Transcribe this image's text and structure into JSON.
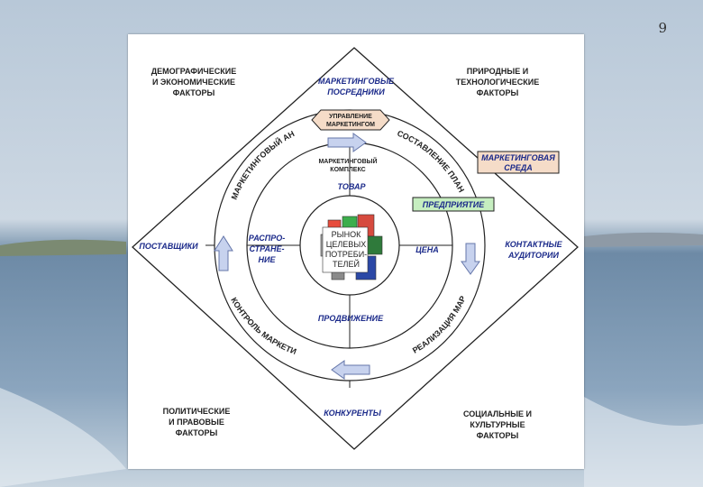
{
  "slide_number": "9",
  "corners": {
    "top_left": [
      "ДЕМОГРАФИЧЕСКИЕ",
      "И ЭКОНОМИЧЕСКИЕ",
      "ФАКТОРЫ"
    ],
    "top_right": [
      "ПРИРОДНЫЕ И",
      "ТЕХНОЛОГИЧЕСКИЕ",
      "ФАКТОРЫ"
    ],
    "bottom_left": [
      "ПОЛИТИЧЕСКИЕ",
      "И ПРАВОВЫЕ",
      "ФАКТОРЫ"
    ],
    "bottom_right": [
      "СОЦИАЛЬНЫЕ И",
      "КУЛЬТУРНЫЕ",
      "ФАКТОРЫ"
    ]
  },
  "outer": {
    "intermediaries": [
      "МАРКЕТИНГОВЫЕ",
      "ПОСРЕДНИКИ"
    ],
    "environment": [
      "МАРКЕТИНГОВАЯ",
      "СРЕДА"
    ],
    "suppliers": "ПОСТАВЩИКИ",
    "contact_audiences": [
      "КОНТАКТНЫЕ",
      "АУДИТОРИИ"
    ],
    "competitors": "КОНКУРЕНТЫ",
    "enterprise": "ПРЕДПРИЯТИЕ"
  },
  "ring": {
    "management": [
      "УПРАВЛЕНИЕ",
      "МАРКЕТИНГОМ"
    ],
    "analysis": "МАРКЕТИНГОВЫЙ АНАЛИЗ",
    "planning": "СОСТАВЛЕНИЕ ПЛАНА",
    "implementation": "РЕАЛИЗАЦИЯ МАРКЕТИНГА",
    "control": "КОНТРОЛЬ МАРКЕТИНГА"
  },
  "mix": {
    "label": [
      "МАРКЕТИНГОВЫЙ",
      "КОМПЛЕКС"
    ],
    "product": "ТОВАР",
    "distribution": [
      "РАСПРО-",
      "СТРАНЕ-",
      "НИЕ"
    ],
    "price": "ЦЕНА",
    "promotion": "ПРОДВИЖЕНИЕ"
  },
  "center": [
    "РЫНОК",
    "ЦЕЛЕВЫХ",
    "ПОТРЕБИ-",
    "ТЕЛЕЙ"
  ],
  "colors": {
    "callout_fill": "#f5dcc8",
    "enterprise_fill": "#c6eec0",
    "arrow_fill": "#c7d2ee",
    "line": "#222222",
    "text_blue": "#1b2a8a"
  }
}
